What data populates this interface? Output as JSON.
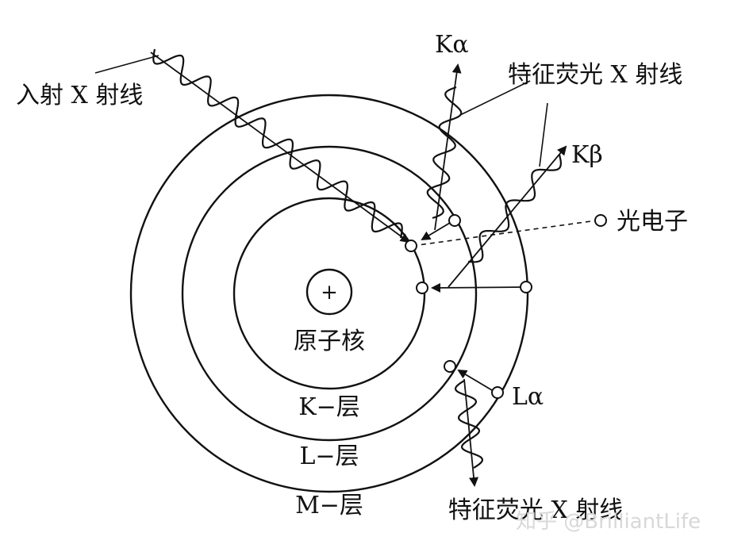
{
  "labels": {
    "incident_xray": "入射 X 射线",
    "k_alpha": "Kα",
    "k_beta": "Kβ",
    "l_alpha": "Lα",
    "characteristic_top": "特征荧光 X 射线",
    "characteristic_bottom": "特征荧光 X 射线",
    "photoelectron": "光电子",
    "nucleus": "原子核",
    "nucleus_sign": "+",
    "k_shell": "K−层",
    "l_shell": "L−层",
    "m_shell": "M−层"
  },
  "watermark": "知乎 @BrilliantLife",
  "colors": {
    "ink": "#111111",
    "background": "#ffffff",
    "watermark": "#d8d8d8"
  }
}
